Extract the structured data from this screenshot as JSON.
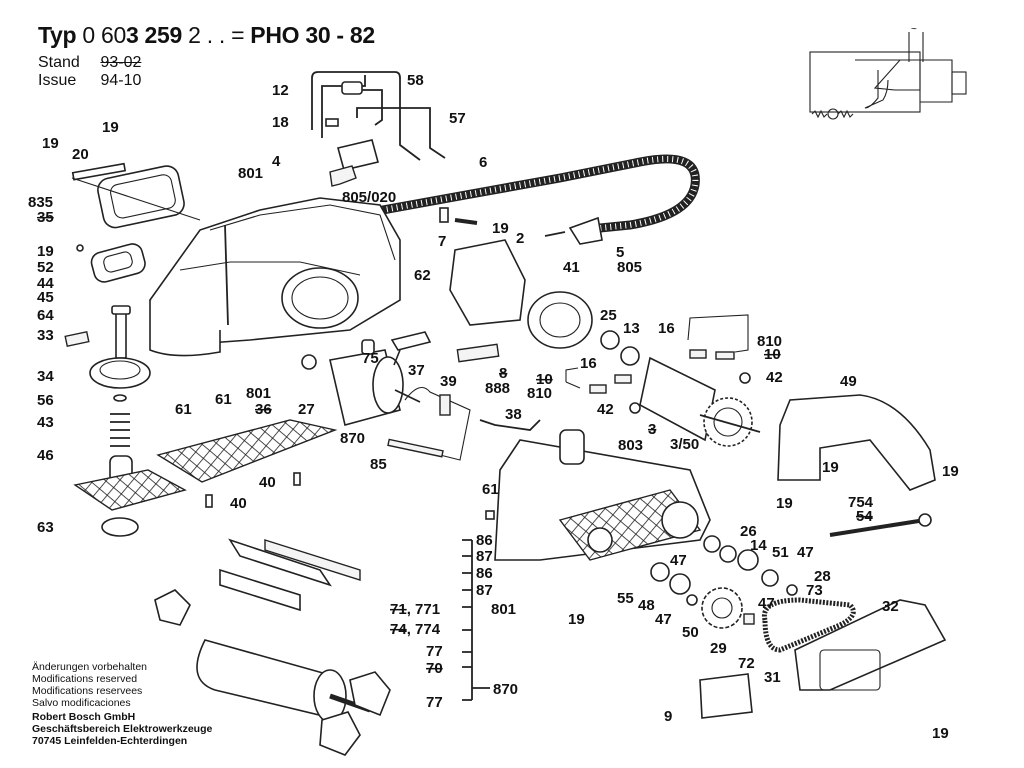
{
  "header": {
    "type_label": "Typ",
    "type_number_light": "0 60",
    "type_number_bold": "3 259",
    "type_suffix": "2 . . =",
    "model": "PHO 30 - 82",
    "stand_label": "Stand",
    "stand_value": "93-02",
    "issue_label": "Issue",
    "issue_value": "94-10"
  },
  "footer": {
    "lines": [
      "Änderungen vorbehalten",
      "Modifications reserved",
      "Modifications reservees",
      "Salvo modificaciones"
    ],
    "company": [
      "Robert Bosch GmbH",
      "Geschäftsbereich Elektrowerkzeuge",
      "70745 Leinfelden-Echterdingen"
    ]
  },
  "wiring_diagram": {
    "symbol": "~"
  },
  "callouts": [
    {
      "id": "c12",
      "text": "12"
    },
    {
      "id": "c58",
      "text": "58"
    },
    {
      "id": "c18",
      "text": "18"
    },
    {
      "id": "c57",
      "text": "57"
    },
    {
      "id": "c4",
      "text": "4"
    },
    {
      "id": "c6",
      "text": "6"
    },
    {
      "id": "c19a",
      "text": "19"
    },
    {
      "id": "c19b",
      "text": "19"
    },
    {
      "id": "c20",
      "text": "20"
    },
    {
      "id": "c801a",
      "text": "801"
    },
    {
      "id": "c835",
      "text": "835"
    },
    {
      "id": "c35",
      "text": "35",
      "struck": true
    },
    {
      "id": "c805_020",
      "text": "805/020"
    },
    {
      "id": "c19c",
      "text": "19"
    },
    {
      "id": "c7",
      "text": "7"
    },
    {
      "id": "c2",
      "text": "2"
    },
    {
      "id": "c5",
      "text": "5"
    },
    {
      "id": "c805",
      "text": "805"
    },
    {
      "id": "c19d",
      "text": "19"
    },
    {
      "id": "c52",
      "text": "52"
    },
    {
      "id": "c44",
      "text": "44"
    },
    {
      "id": "c45",
      "text": "45"
    },
    {
      "id": "c62",
      "text": "62"
    },
    {
      "id": "c41",
      "text": "41"
    },
    {
      "id": "c64",
      "text": "64"
    },
    {
      "id": "c25",
      "text": "25"
    },
    {
      "id": "c13",
      "text": "13"
    },
    {
      "id": "c16a",
      "text": "16"
    },
    {
      "id": "c810a",
      "text": "810"
    },
    {
      "id": "c10a",
      "text": "10",
      "struck": true
    },
    {
      "id": "c33",
      "text": "33"
    },
    {
      "id": "c75",
      "text": "75"
    },
    {
      "id": "c37",
      "text": "37"
    },
    {
      "id": "c8",
      "text": "8",
      "struck": true
    },
    {
      "id": "c888",
      "text": "888"
    },
    {
      "id": "c16b",
      "text": "16"
    },
    {
      "id": "c10b",
      "text": "10",
      "struck": true
    },
    {
      "id": "c810b",
      "text": "810"
    },
    {
      "id": "c42a",
      "text": "42"
    },
    {
      "id": "c42b",
      "text": "42"
    },
    {
      "id": "c34",
      "text": "34"
    },
    {
      "id": "c56",
      "text": "56"
    },
    {
      "id": "c61a",
      "text": "61"
    },
    {
      "id": "c61b",
      "text": "61"
    },
    {
      "id": "c801b",
      "text": "801"
    },
    {
      "id": "c36",
      "text": "36",
      "struck": true
    },
    {
      "id": "c27",
      "text": "27"
    },
    {
      "id": "c39",
      "text": "39"
    },
    {
      "id": "c49",
      "text": "49"
    },
    {
      "id": "c43",
      "text": "43"
    },
    {
      "id": "c870a",
      "text": "870"
    },
    {
      "id": "c38",
      "text": "38"
    },
    {
      "id": "c3",
      "text": "3",
      "struck": true
    },
    {
      "id": "c803",
      "text": "803"
    },
    {
      "id": "c3_50",
      "text": "3/50"
    },
    {
      "id": "c46",
      "text": "46"
    },
    {
      "id": "c85",
      "text": "85"
    },
    {
      "id": "c19e",
      "text": "19"
    },
    {
      "id": "c19f",
      "text": "19"
    },
    {
      "id": "c40a",
      "text": "40"
    },
    {
      "id": "c40b",
      "text": "40"
    },
    {
      "id": "c61c",
      "text": "61"
    },
    {
      "id": "c754",
      "text": "754"
    },
    {
      "id": "c54",
      "text": "54",
      "struck": true
    },
    {
      "id": "c19g",
      "text": "19"
    },
    {
      "id": "c63",
      "text": "63"
    },
    {
      "id": "c26",
      "text": "26"
    },
    {
      "id": "c14",
      "text": "14"
    },
    {
      "id": "c51",
      "text": "51"
    },
    {
      "id": "c47a",
      "text": "47"
    },
    {
      "id": "c86a",
      "text": "86"
    },
    {
      "id": "c87a",
      "text": "87"
    },
    {
      "id": "c86b",
      "text": "86"
    },
    {
      "id": "c87b",
      "text": "87"
    },
    {
      "id": "c47b",
      "text": "47"
    },
    {
      "id": "c28",
      "text": "28"
    },
    {
      "id": "c73",
      "text": "73"
    },
    {
      "id": "c55",
      "text": "55"
    },
    {
      "id": "c48",
      "text": "48"
    },
    {
      "id": "c47c",
      "text": "47"
    },
    {
      "id": "c47d",
      "text": "47"
    },
    {
      "id": "c801c",
      "text": "801"
    },
    {
      "id": "c19h",
      "text": "19"
    },
    {
      "id": "c32",
      "text": "32"
    },
    {
      "id": "c71_771",
      "text": "71, 771",
      "struck_prefix": "71"
    },
    {
      "id": "c74_774",
      "text": "74, 774",
      "struck_prefix": "74"
    },
    {
      "id": "c50",
      "text": "50"
    },
    {
      "id": "c29",
      "text": "29"
    },
    {
      "id": "c72",
      "text": "72"
    },
    {
      "id": "c31",
      "text": "31"
    },
    {
      "id": "c77a",
      "text": "77"
    },
    {
      "id": "c70",
      "text": "70",
      "struck": true
    },
    {
      "id": "c870b",
      "text": "870"
    },
    {
      "id": "c77b",
      "text": "77"
    },
    {
      "id": "c9",
      "text": "9"
    },
    {
      "id": "c19i",
      "text": "19"
    }
  ]
}
